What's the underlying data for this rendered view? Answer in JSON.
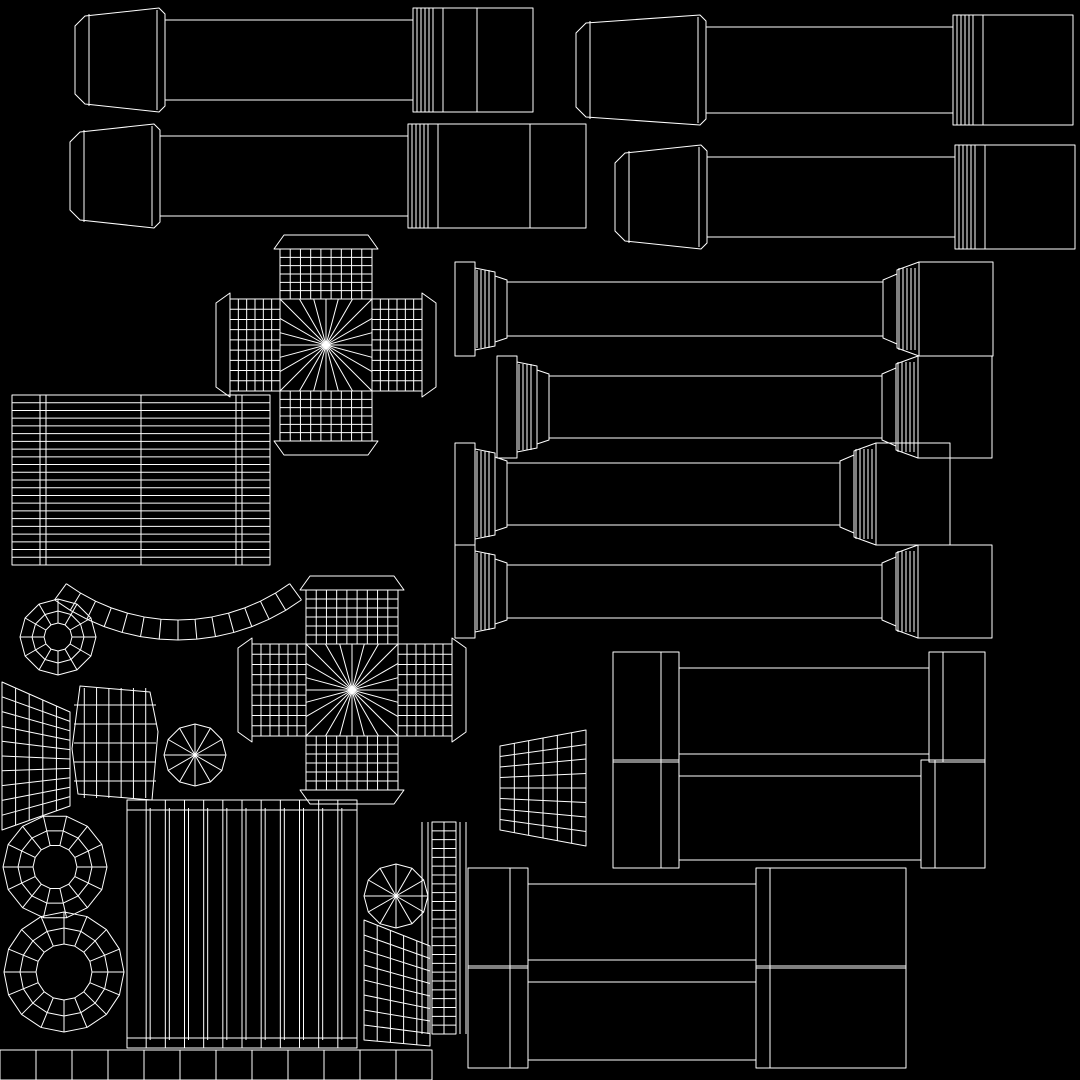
{
  "colors": {
    "background": "#000000",
    "wire": "#ffffff"
  },
  "uv_layout": {
    "islands": [
      {
        "kind": "column-shaft"
      },
      {
        "kind": "column-shaft"
      },
      {
        "kind": "column-shaft"
      },
      {
        "kind": "column-shaft"
      },
      {
        "kind": "column-base-plain"
      },
      {
        "kind": "column-base-plain"
      },
      {
        "kind": "column-base-plain"
      },
      {
        "kind": "column-base-plain"
      },
      {
        "kind": "capital-cross"
      },
      {
        "kind": "capital-cross"
      },
      {
        "kind": "fluted-panel"
      },
      {
        "kind": "fluted-panel"
      },
      {
        "kind": "radial-disc"
      },
      {
        "kind": "radial-disc"
      },
      {
        "kind": "ring"
      },
      {
        "kind": "ring"
      },
      {
        "kind": "ring"
      },
      {
        "kind": "fan-strip"
      },
      {
        "kind": "fan-strip"
      },
      {
        "kind": "fan-strip"
      },
      {
        "kind": "arc-strip"
      },
      {
        "kind": "cup"
      },
      {
        "kind": "cup"
      }
    ]
  }
}
